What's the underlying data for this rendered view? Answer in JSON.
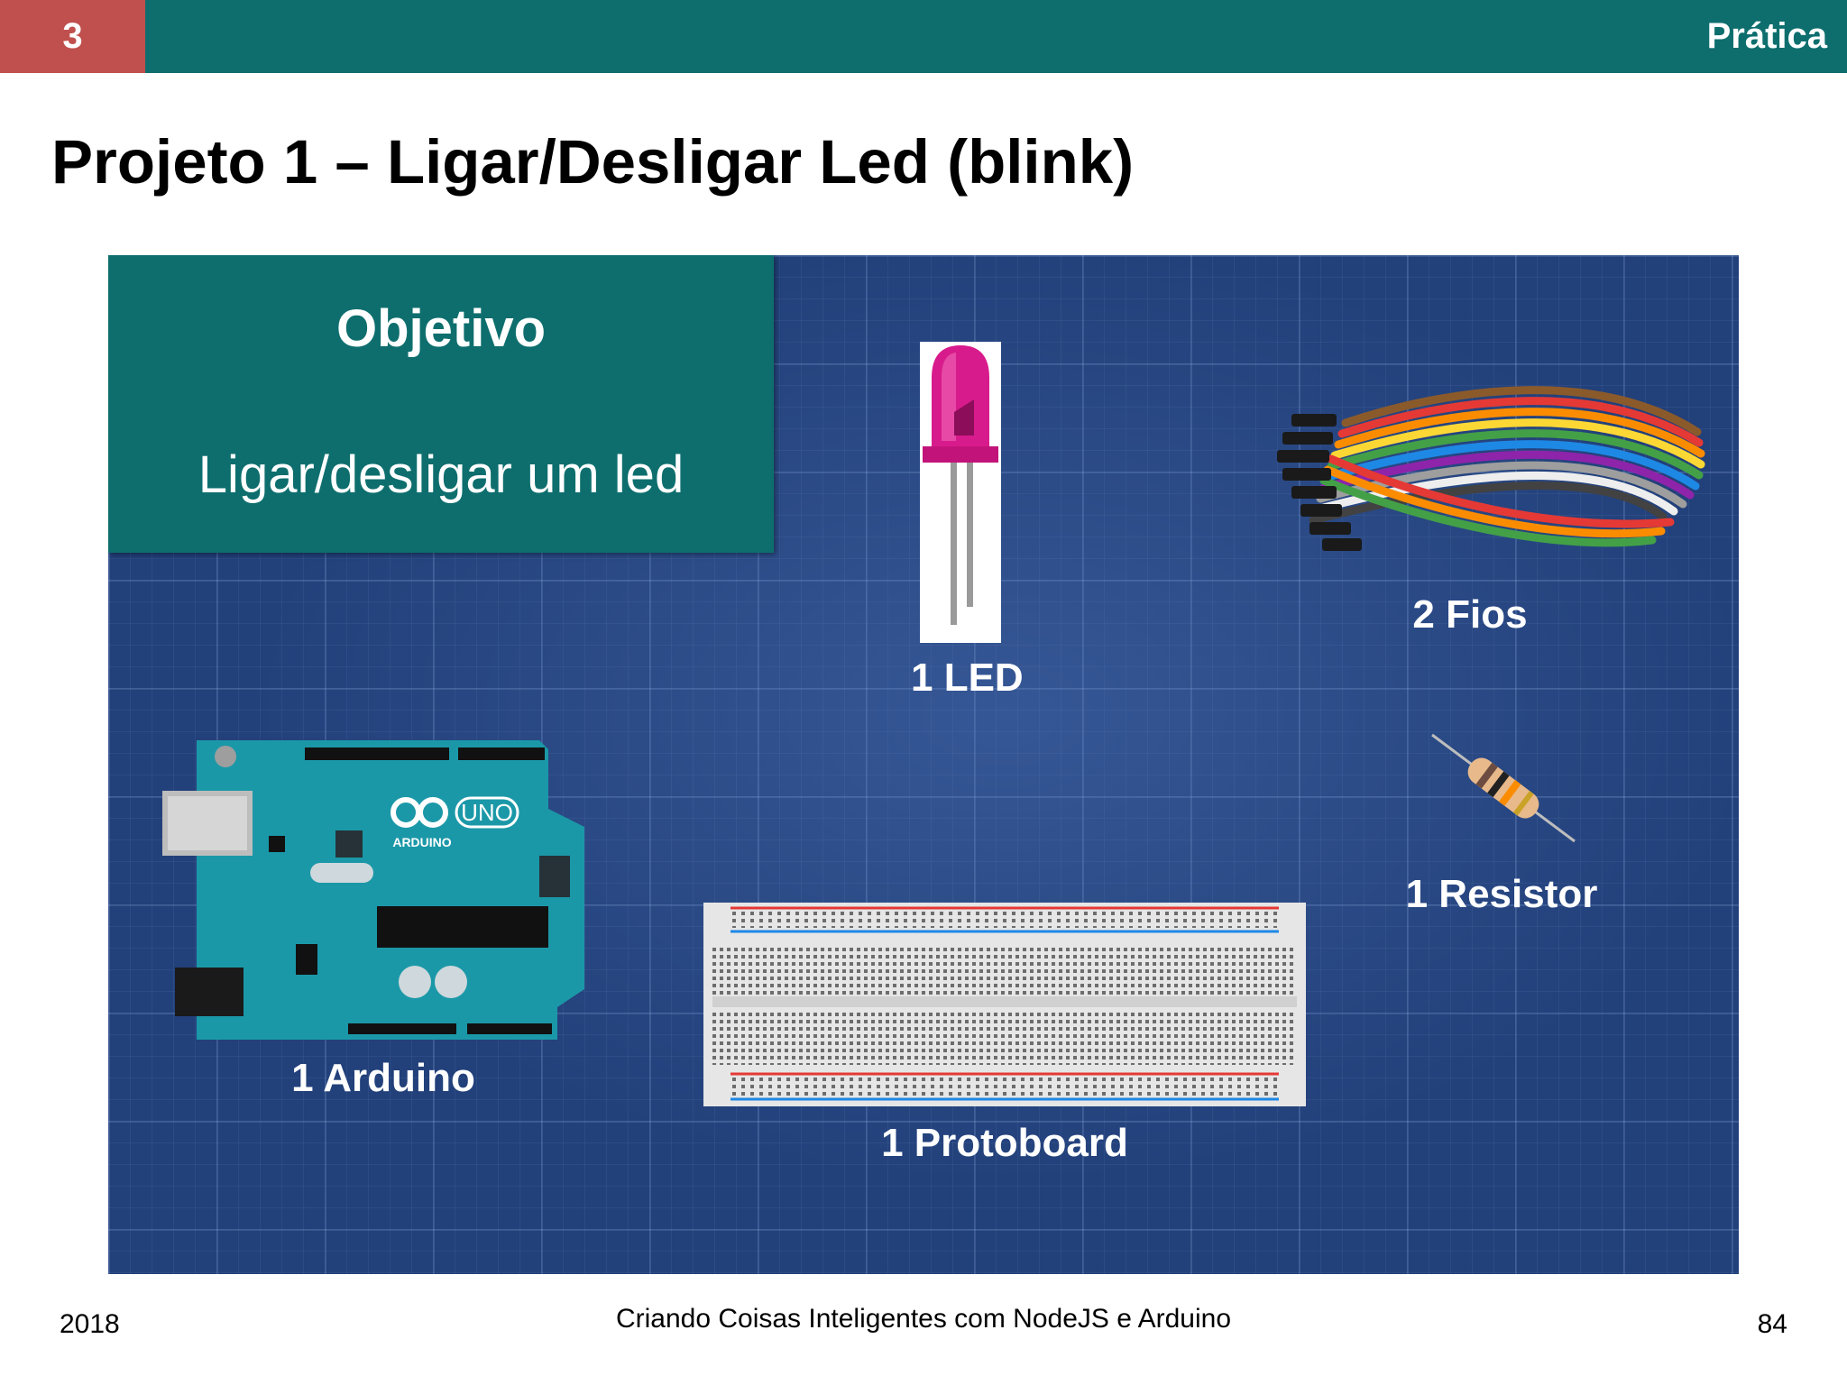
{
  "header": {
    "section_number": "3",
    "section_name": "Prática",
    "colors": {
      "bar": "#0e6e6e",
      "number_box": "#c0504d"
    }
  },
  "slide": {
    "title": "Projeto 1 – Ligar/Desligar Led (blink)"
  },
  "objective": {
    "title": "Objetivo",
    "text": "Ligar/desligar um led"
  },
  "components": {
    "led": {
      "label": "1 LED",
      "icon": "led-icon"
    },
    "wires": {
      "label": "2 Fios",
      "icon": "jumper-wires-icon"
    },
    "resistor": {
      "label": "1 Resistor",
      "icon": "resistor-icon"
    },
    "arduino": {
      "label": "1 Arduino",
      "icon": "arduino-uno-icon",
      "board_text": "UNO",
      "brand_text": "ARDUINO"
    },
    "protoboard": {
      "label": "1 Protoboard",
      "icon": "breadboard-icon"
    }
  },
  "footer": {
    "year": "2018",
    "course": "Criando Coisas Inteligentes com NodeJS e Arduino",
    "page": "84"
  }
}
